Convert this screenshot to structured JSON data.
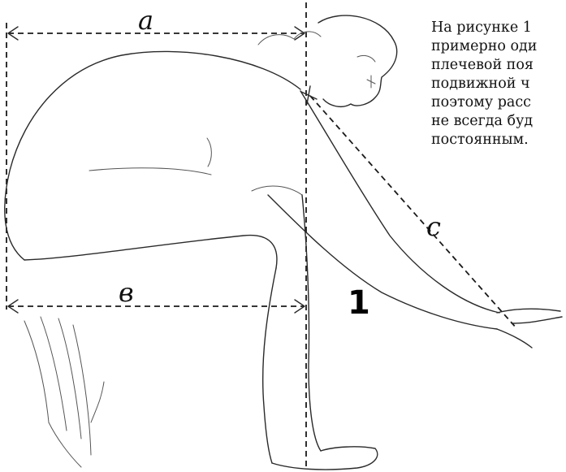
{
  "figure": {
    "number": "1",
    "labels": {
      "a": "a",
      "b": "в",
      "c": "c"
    }
  },
  "text_block": {
    "lines": [
      "На рисунке 1",
      "примерно оди",
      "плечевой поя",
      "подвижной ч",
      "поэтому расс",
      "не всегда буд",
      "постоянным."
    ]
  }
}
